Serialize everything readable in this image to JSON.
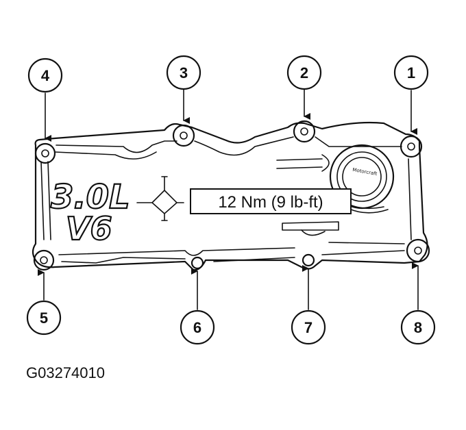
{
  "figure_id": "G03274010",
  "engine_label": {
    "line1": "3.0L",
    "line2": "V6"
  },
  "torque_spec": "12 Nm (9 lb-ft)",
  "cap_text": "Motorcraft",
  "callouts": [
    {
      "number": "1"
    },
    {
      "number": "2"
    },
    {
      "number": "3"
    },
    {
      "number": "4"
    },
    {
      "number": "5"
    },
    {
      "number": "6"
    },
    {
      "number": "7"
    },
    {
      "number": "8"
    }
  ]
}
